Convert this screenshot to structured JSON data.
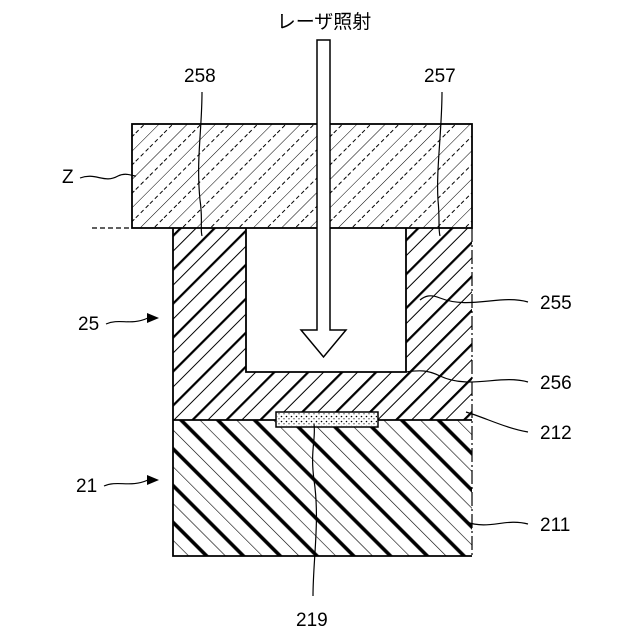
{
  "title": "レーザ照射",
  "labels": {
    "z": "Z",
    "l258": "258",
    "l257": "257",
    "l25": "25",
    "l255": "255",
    "l256": "256",
    "l212": "212",
    "l21": "21",
    "l211": "211",
    "l219": "219"
  },
  "icons": {
    "laser_arrow": "down-arrow-icon",
    "ref_arrow": "right-arrow-icon"
  },
  "colors": {
    "ink": "#000000",
    "paper": "#ffffff"
  }
}
